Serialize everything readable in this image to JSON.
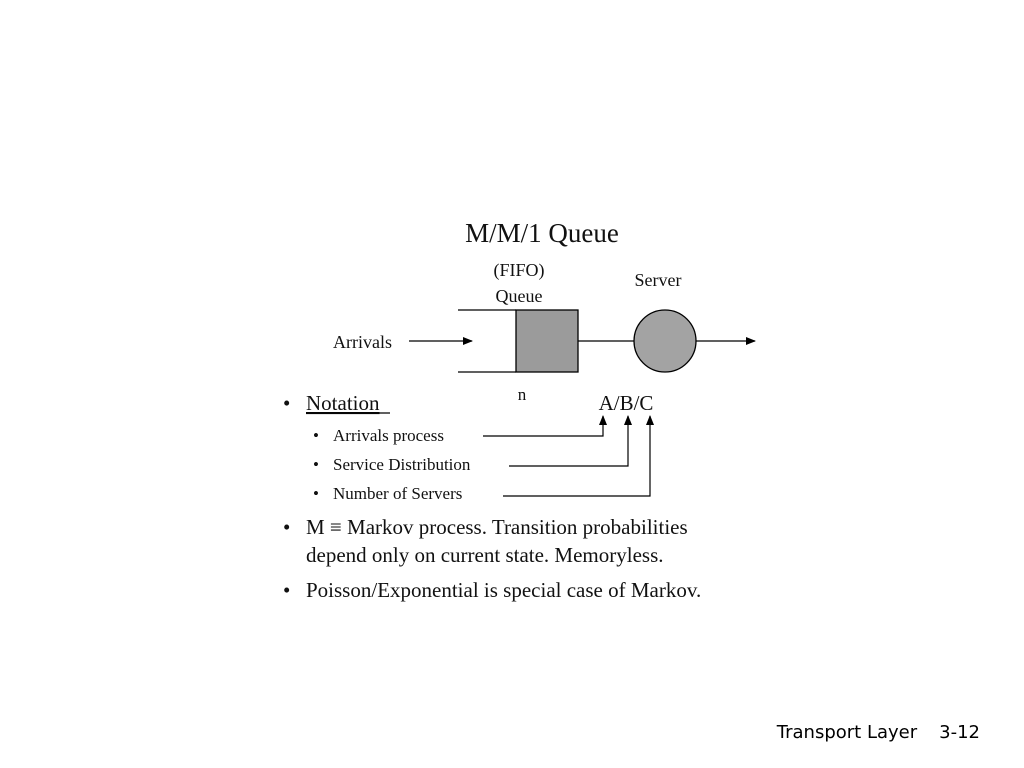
{
  "diagram": {
    "title": "M/M/1 Queue",
    "queue_label_line1": "(FIFO)",
    "queue_label_line2": "Queue",
    "server_label": "Server",
    "arrivals_label": "Arrivals",
    "n_label": "n",
    "abc_label": "A/B/C"
  },
  "bullets": {
    "notation": "Notation",
    "sub": [
      "Arrivals process",
      "Service Distribution",
      "Number of Servers"
    ],
    "markov_line1": "M ≡ Markov process.  Transition probabilities",
    "markov_line2": "depend only on current state.  Memoryless.",
    "poisson": "Poisson/Exponential is special case of Markov.",
    "bullet_glyph": "•"
  },
  "colors": {
    "queue_box_fill": "#9b9b9b",
    "server_fill": "#a3a3a3",
    "line": "#000000"
  },
  "footer": {
    "topic": "Transport Layer",
    "page": "3-12"
  }
}
